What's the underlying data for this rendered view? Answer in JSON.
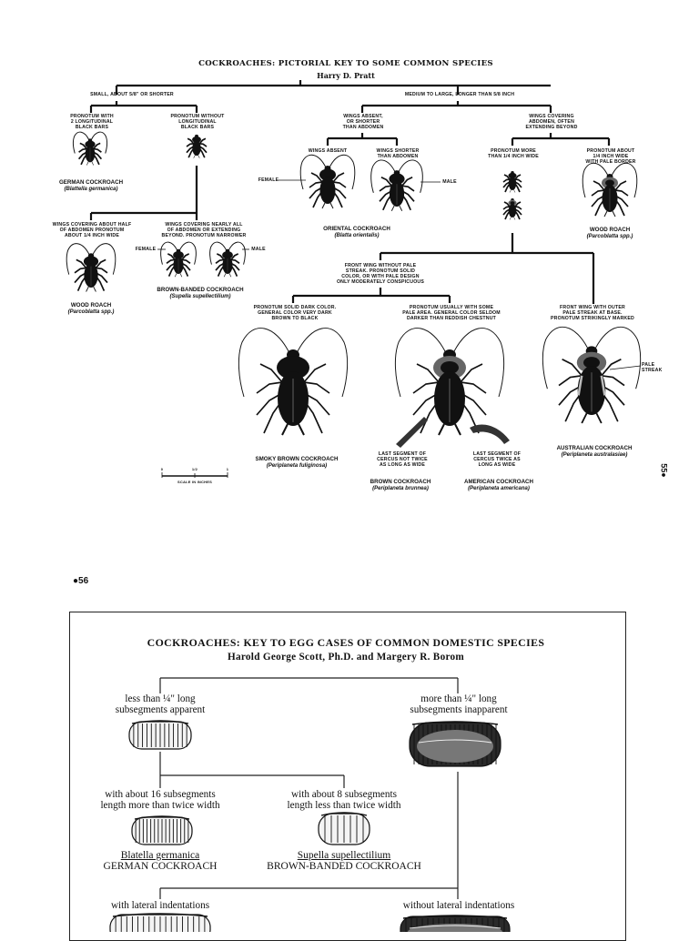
{
  "page_top": {
    "title": "COCKROACHES: PICTORIAL KEY TO SOME COMMON SPECIES",
    "author": "Harry D. Pratt",
    "branch_small": "SMALL, ABOUT 5/8\" OR SHORTER",
    "branch_large": "MEDIUM TO LARGE, LONGER THAN 5/8 INCH",
    "pronotum_with": "PRONOTUM WITH\n2 LONGITUDINAL\nBLACK BARS",
    "pronotum_without": "PRONOTUM WITHOUT\nLONGITUDINAL\nBLACK BARS",
    "wings_absent_shorter": "WINGS ABSENT,\nOR SHORTER\nTHAN ABDOMEN",
    "wings_covering": "WINGS COVERING\nABDOMEN, OFTEN\nEXTENDING BEYOND",
    "wings_absent": "WINGS ABSENT",
    "wings_shorter": "WINGS SHORTER\nTHAN ABDOMEN",
    "female": "FEMALE",
    "male": "MALE",
    "pronotum_more": "PRONOTUM MORE\nTHAN 1/4 INCH WIDE",
    "pronotum_about": "PRONOTUM ABOUT\n1/4 INCH WIDE\nWITH PALE BORDER",
    "german_name": "GERMAN COCKROACH",
    "german_sci": "(Blattella germanica)",
    "oriental_name": "ORIENTAL COCKROACH",
    "oriental_sci": "(Blatta orientalis)",
    "wood_name": "WOOD ROACH",
    "wood_sci": "(Parcoblatta spp.)",
    "wings_half": "WINGS COVERING ABOUT HALF\nOF ABDOMEN PRONOTUM\nABOUT 1/4 INCH WIDE",
    "wings_nearly": "WINGS COVERING NEARLY ALL\nOF ABDOMEN OR EXTENDING\nBEYOND. PRONOTUM NARROWER",
    "brownbanded_name": "BROWN-BANDED COCKROACH",
    "brownbanded_sci": "(Supella supellectilium)",
    "front_wing_without": "FRONT WING WITHOUT PALE\nSTREAK. PRONOTUM SOLID\nCOLOR, OR WITH PALE DESIGN\nONLY MODERATELY CONSPICUOUS",
    "pronotum_solid": "PRONOTUM SOLID DARK COLOR.\nGENERAL COLOR VERY DARK\nBROWN TO BLACK",
    "pronotum_usually": "PRONOTUM USUALLY WITH SOME\nPALE AREA. GENERAL COLOR SELDOM\nDARKER THAN REDDISH CHESTNUT",
    "front_wing_outer": "FRONT WING WITH OUTER\nPALE STREAK AT BASE.\nPRONOTUM STRIKINGLY MARKED",
    "pale_streak": "PALE\nSTREAK",
    "smoky_name": "SMOKY BROWN COCKROACH",
    "smoky_sci": "(Periplaneta fuliginosa)",
    "last_not_twice": "LAST SEGMENT OF\nCERCUS NOT TWICE\nAS LONG AS WIDE",
    "last_twice": "LAST SEGMENT OF\nCERCUS TWICE AS\nLONG AS WIDE",
    "brown_name": "BROWN COCKROACH",
    "brown_sci": "(Periplaneta brunnea)",
    "american_name": "AMERICAN COCKROACH",
    "american_sci": "(Periplaneta americana)",
    "australian_name": "AUSTRALIAN COCKROACH",
    "australian_sci": "(Periplaneta australasiae)",
    "scale_label": "SCALE IN INCHES",
    "scale_0": "0",
    "scale_half": "1/2",
    "scale_1": "1",
    "page_number": "55●"
  },
  "page_bottom": {
    "page_number": "●56",
    "title": "COCKROACHES: KEY TO EGG CASES OF COMMON DOMESTIC SPECIES",
    "authors": "Harold George Scott, Ph.D. and Margery R. Borom",
    "less_than": "less than ¼\" long\nsubsegments apparent",
    "more_than": "more than ¼\" long\nsubsegments inapparent",
    "about_16": "with about 16 subsegments\nlength more than twice width",
    "about_8": "with about 8 subsegments\nlength less than twice width",
    "german_sci": "Blatella germanica",
    "german_name": "GERMAN COCKROACH",
    "brownbanded_sci": "Supella supellectilium",
    "brownbanded_name": "BROWN-BANDED COCKROACH",
    "with_lateral": "with lateral indentations",
    "without_lateral": "without lateral indentations"
  }
}
